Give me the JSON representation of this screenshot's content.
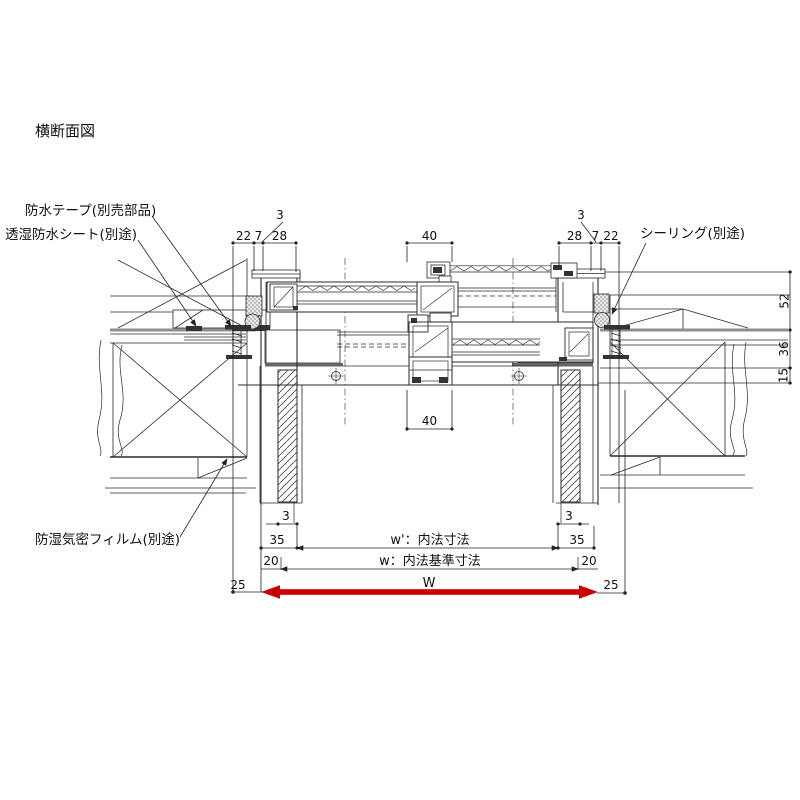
{
  "title": "横断面図",
  "callouts": {
    "waterproof_tape": "防水テープ(別売部品)",
    "breathable_waterproof_sheet": "透湿防水シート(別途)",
    "moisture_barrier_film": "防湿気密フィルム(別途)",
    "sealing": "シーリング(別途)"
  },
  "dimensions": {
    "top_left": [
      "22",
      "7",
      "28"
    ],
    "top_left_gap": "3",
    "top_center": "40",
    "top_right": [
      "28",
      "7",
      "22"
    ],
    "top_right_gap": "3",
    "right_side": [
      "52",
      "36",
      "15"
    ],
    "bottom_center": "40",
    "bottom_left_gap": "3",
    "bottom_right_gap": "3",
    "jamb_left": "35",
    "jamb_right": "35",
    "offset_left": "20",
    "offset_right": "20",
    "margin_left": "25",
    "margin_right": "25",
    "inner_width_label": "w'：内法寸法",
    "base_width_label": "w：内法基準寸法",
    "overall_width_label": "W"
  },
  "colors": {
    "accent_red": "#cc0000",
    "line": "#2a2a2a",
    "sheet_gray": "#8f8f8f"
  }
}
